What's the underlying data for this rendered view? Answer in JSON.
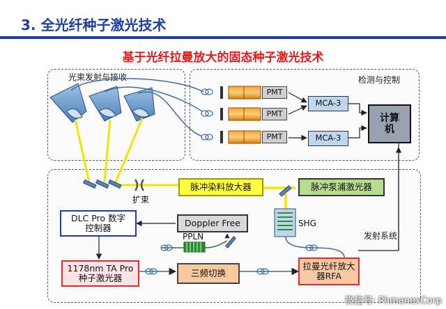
{
  "header": {
    "title": "3. 全光纤种子激光技术",
    "subtitle": "基于光纤拉曼放大的固态种子激光技术"
  },
  "regions": {
    "transceive": "光束发射与接收",
    "detect_control": "检测与控制",
    "launch_system": "发射系统"
  },
  "detection": {
    "pmt_label": "PMT",
    "mca_label": "MCA-3",
    "computer_label": "计算\n机"
  },
  "launch": {
    "pulsed_dye_amp": "脉冲染料放大器",
    "pulsed_pump_laser": "脉冲泵浦激光器",
    "dlc_pro": "DLC Pro 数字\n控制器",
    "doppler_free": "Doppler Free",
    "shg": "SHG",
    "ppln": "PPLN",
    "ta_pro": "1178nm TA Pro\n种子激光器",
    "tri_freq_switch": "三频切换",
    "raman_amp": "拉曼光纤放大\n器RFA",
    "beam_expander": "扩束"
  },
  "watermark": "微信号: PhmanexCorp",
  "colors": {
    "title_blue": "#1f3fa0",
    "subtitle_red": "#e21b1b",
    "laser_yellow": "#f2e600",
    "fiber_blue": "#3a6ea5"
  }
}
